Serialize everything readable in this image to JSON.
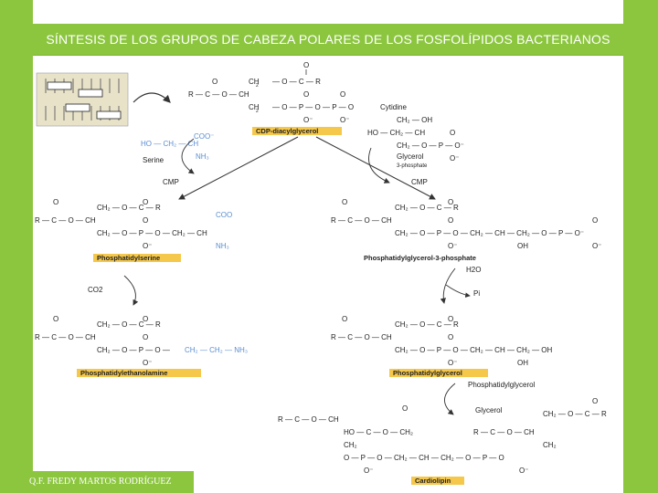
{
  "slide": {
    "title": "SÍNTESIS DE LOS GRUPOS DE CABEZA POLARES DE LOS FOSFOLÍPIDOS BACTERIANOS",
    "footer": "Q.F. FREDY MARTOS RODRÍGUEZ",
    "accent_color": "#8cc63f"
  },
  "diagram": {
    "compounds": {
      "cdp_diacylglycerol": "CDP-diacylglycerol",
      "cytidine": "Cytidine",
      "serine": "Serine",
      "glycerol_3_phosphate": "Glycerol",
      "glycerol_3_phosphate_sub": "3-phosphate",
      "phosphatidylserine": "Phosphatidylserine",
      "phosphatidylglycerol_3_phosphate": "Phosphatidylglycerol-3-phosphate",
      "phosphatidylethanolamine": "Phosphatidylethanolamine",
      "phosphatidylglycerol": "Phosphatidylglycerol",
      "phosphatidylglycerol_reactant": "Phosphatidylglycerol",
      "glycerol_release": "Glycerol",
      "cardiolipin": "Cardiolipin"
    },
    "byproducts": {
      "cmp_left": "CMP",
      "cmp_right": "CMP",
      "co2": "CO2",
      "water": "H2O",
      "pi": "Pi"
    }
  }
}
